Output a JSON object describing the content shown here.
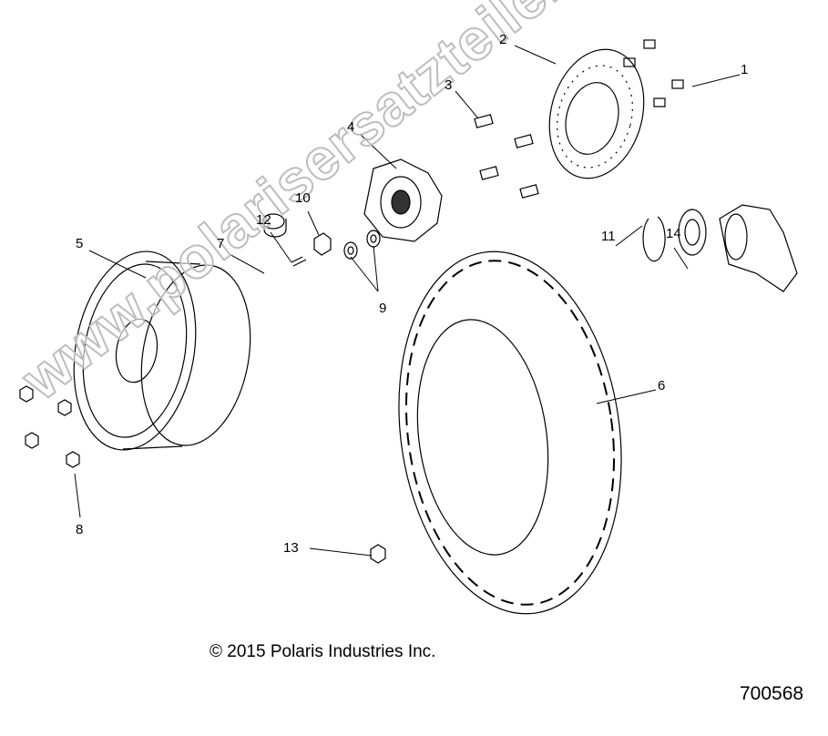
{
  "callouts": [
    "1",
    "2",
    "3",
    "4",
    "5",
    "6",
    "7",
    "8",
    "9",
    "10",
    "11",
    "12",
    "13",
    "14"
  ],
  "copyright": "© 2015 Polaris Industries Inc.",
  "figure_number": "700568",
  "watermark": "www.polarisersatzteile.de"
}
